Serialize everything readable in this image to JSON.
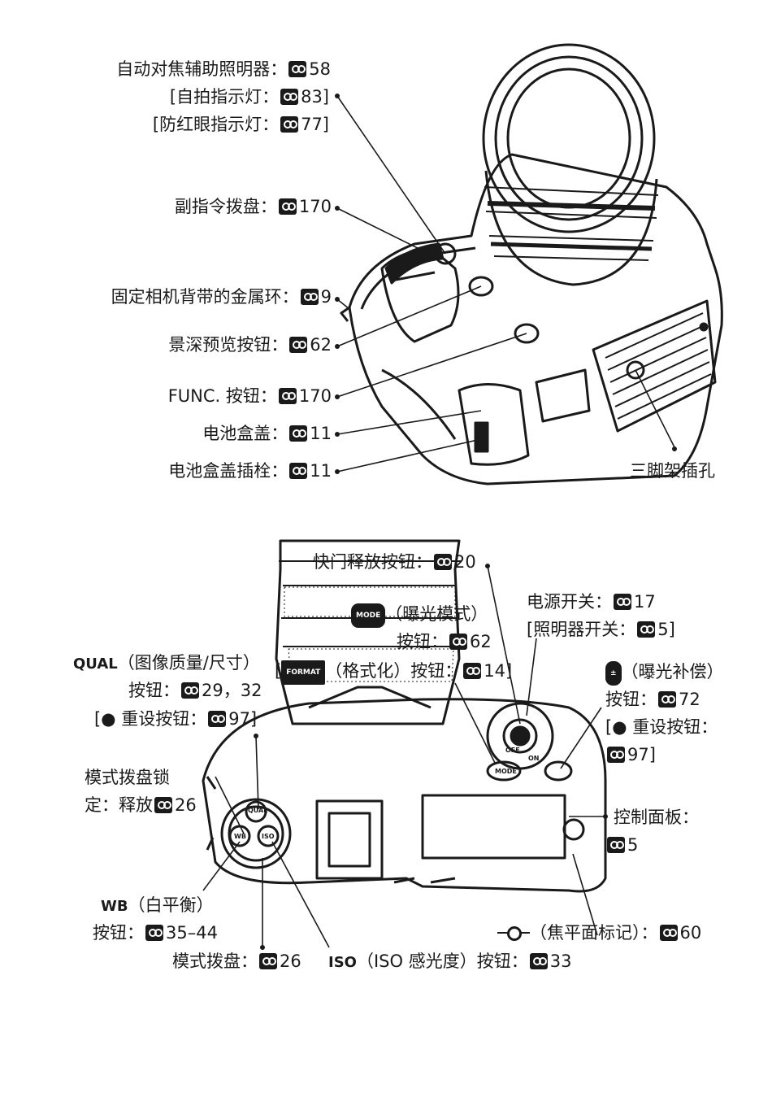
{
  "top_labels": {
    "af_assist": {
      "text": "自动对焦辅助照明器：",
      "page": "58"
    },
    "self_timer": {
      "text": "[自拍指示灯：",
      "page": "83]"
    },
    "red_eye": {
      "text": "[防红眼指示灯：",
      "page": "77]"
    },
    "sub_dial": {
      "text": "副指令拨盘：",
      "page": "170"
    },
    "strap_eyelet": {
      "text": "固定相机背带的金属环：",
      "page": "9"
    },
    "dof_preview": {
      "text": "景深预览按钮：",
      "page": "62"
    },
    "func_button": {
      "text": "FUNC. 按钮：",
      "page": "170"
    },
    "battery_cover": {
      "text": "电池盒盖：",
      "page": "11"
    },
    "battery_latch": {
      "text": "电池盒盖插栓：",
      "page": "11"
    },
    "tripod_socket": {
      "text": "三脚架插孔"
    }
  },
  "bottom_labels": {
    "shutter": {
      "text": "快门释放按钮：",
      "page": "20"
    },
    "mode_pill": "MODE",
    "mode_text": "（曝光模式）",
    "mode_button": {
      "text": "按钮：",
      "page": "62"
    },
    "format_pill": "FORMAT",
    "format": {
      "text": "（格式化）按钮：",
      "page": "14]"
    },
    "format_prefix": "[",
    "power": {
      "text": "电源开关：",
      "page": "17"
    },
    "illuminator": {
      "text": "[照明器开关：",
      "page": "5]"
    },
    "exp_comp_text": "（曝光补偿）",
    "exp_comp_button": {
      "text": "按钮：",
      "page": "72"
    },
    "exp_reset": {
      "text": "[● 重设按钮："
    },
    "exp_reset_page": {
      "page": "97]"
    },
    "qual_bold": "QUAL",
    "qual_text": "（图像质量/尺寸）",
    "qual_button": {
      "text": "按钮：",
      "page": "29，32"
    },
    "qual_reset": {
      "text": "[● 重设按钮：",
      "page": "97]"
    },
    "mode_lock_1": "模式拨盘锁",
    "mode_lock_2": {
      "text": "定：释放",
      "page": "26"
    },
    "control_panel": {
      "text": "控制面板："
    },
    "control_panel_page": {
      "page": "5"
    },
    "wb_bold": "WB",
    "wb_text": "（白平衡）",
    "wb_button": {
      "text": "按钮：",
      "page": "35–44"
    },
    "mode_dial": {
      "text": "模式拨盘：",
      "page": "26"
    },
    "iso_bold": "ISO",
    "iso_text": "（ISO 感光度）按钮：",
    "iso_page": "33",
    "focal_plane": {
      "text": "（焦平面标记）：",
      "page": "60"
    }
  },
  "camera_markings": {
    "qual": "QUAL",
    "wb": "WB",
    "iso": "ISO",
    "mode": "MODE",
    "off": "OFF",
    "on": "ON"
  }
}
